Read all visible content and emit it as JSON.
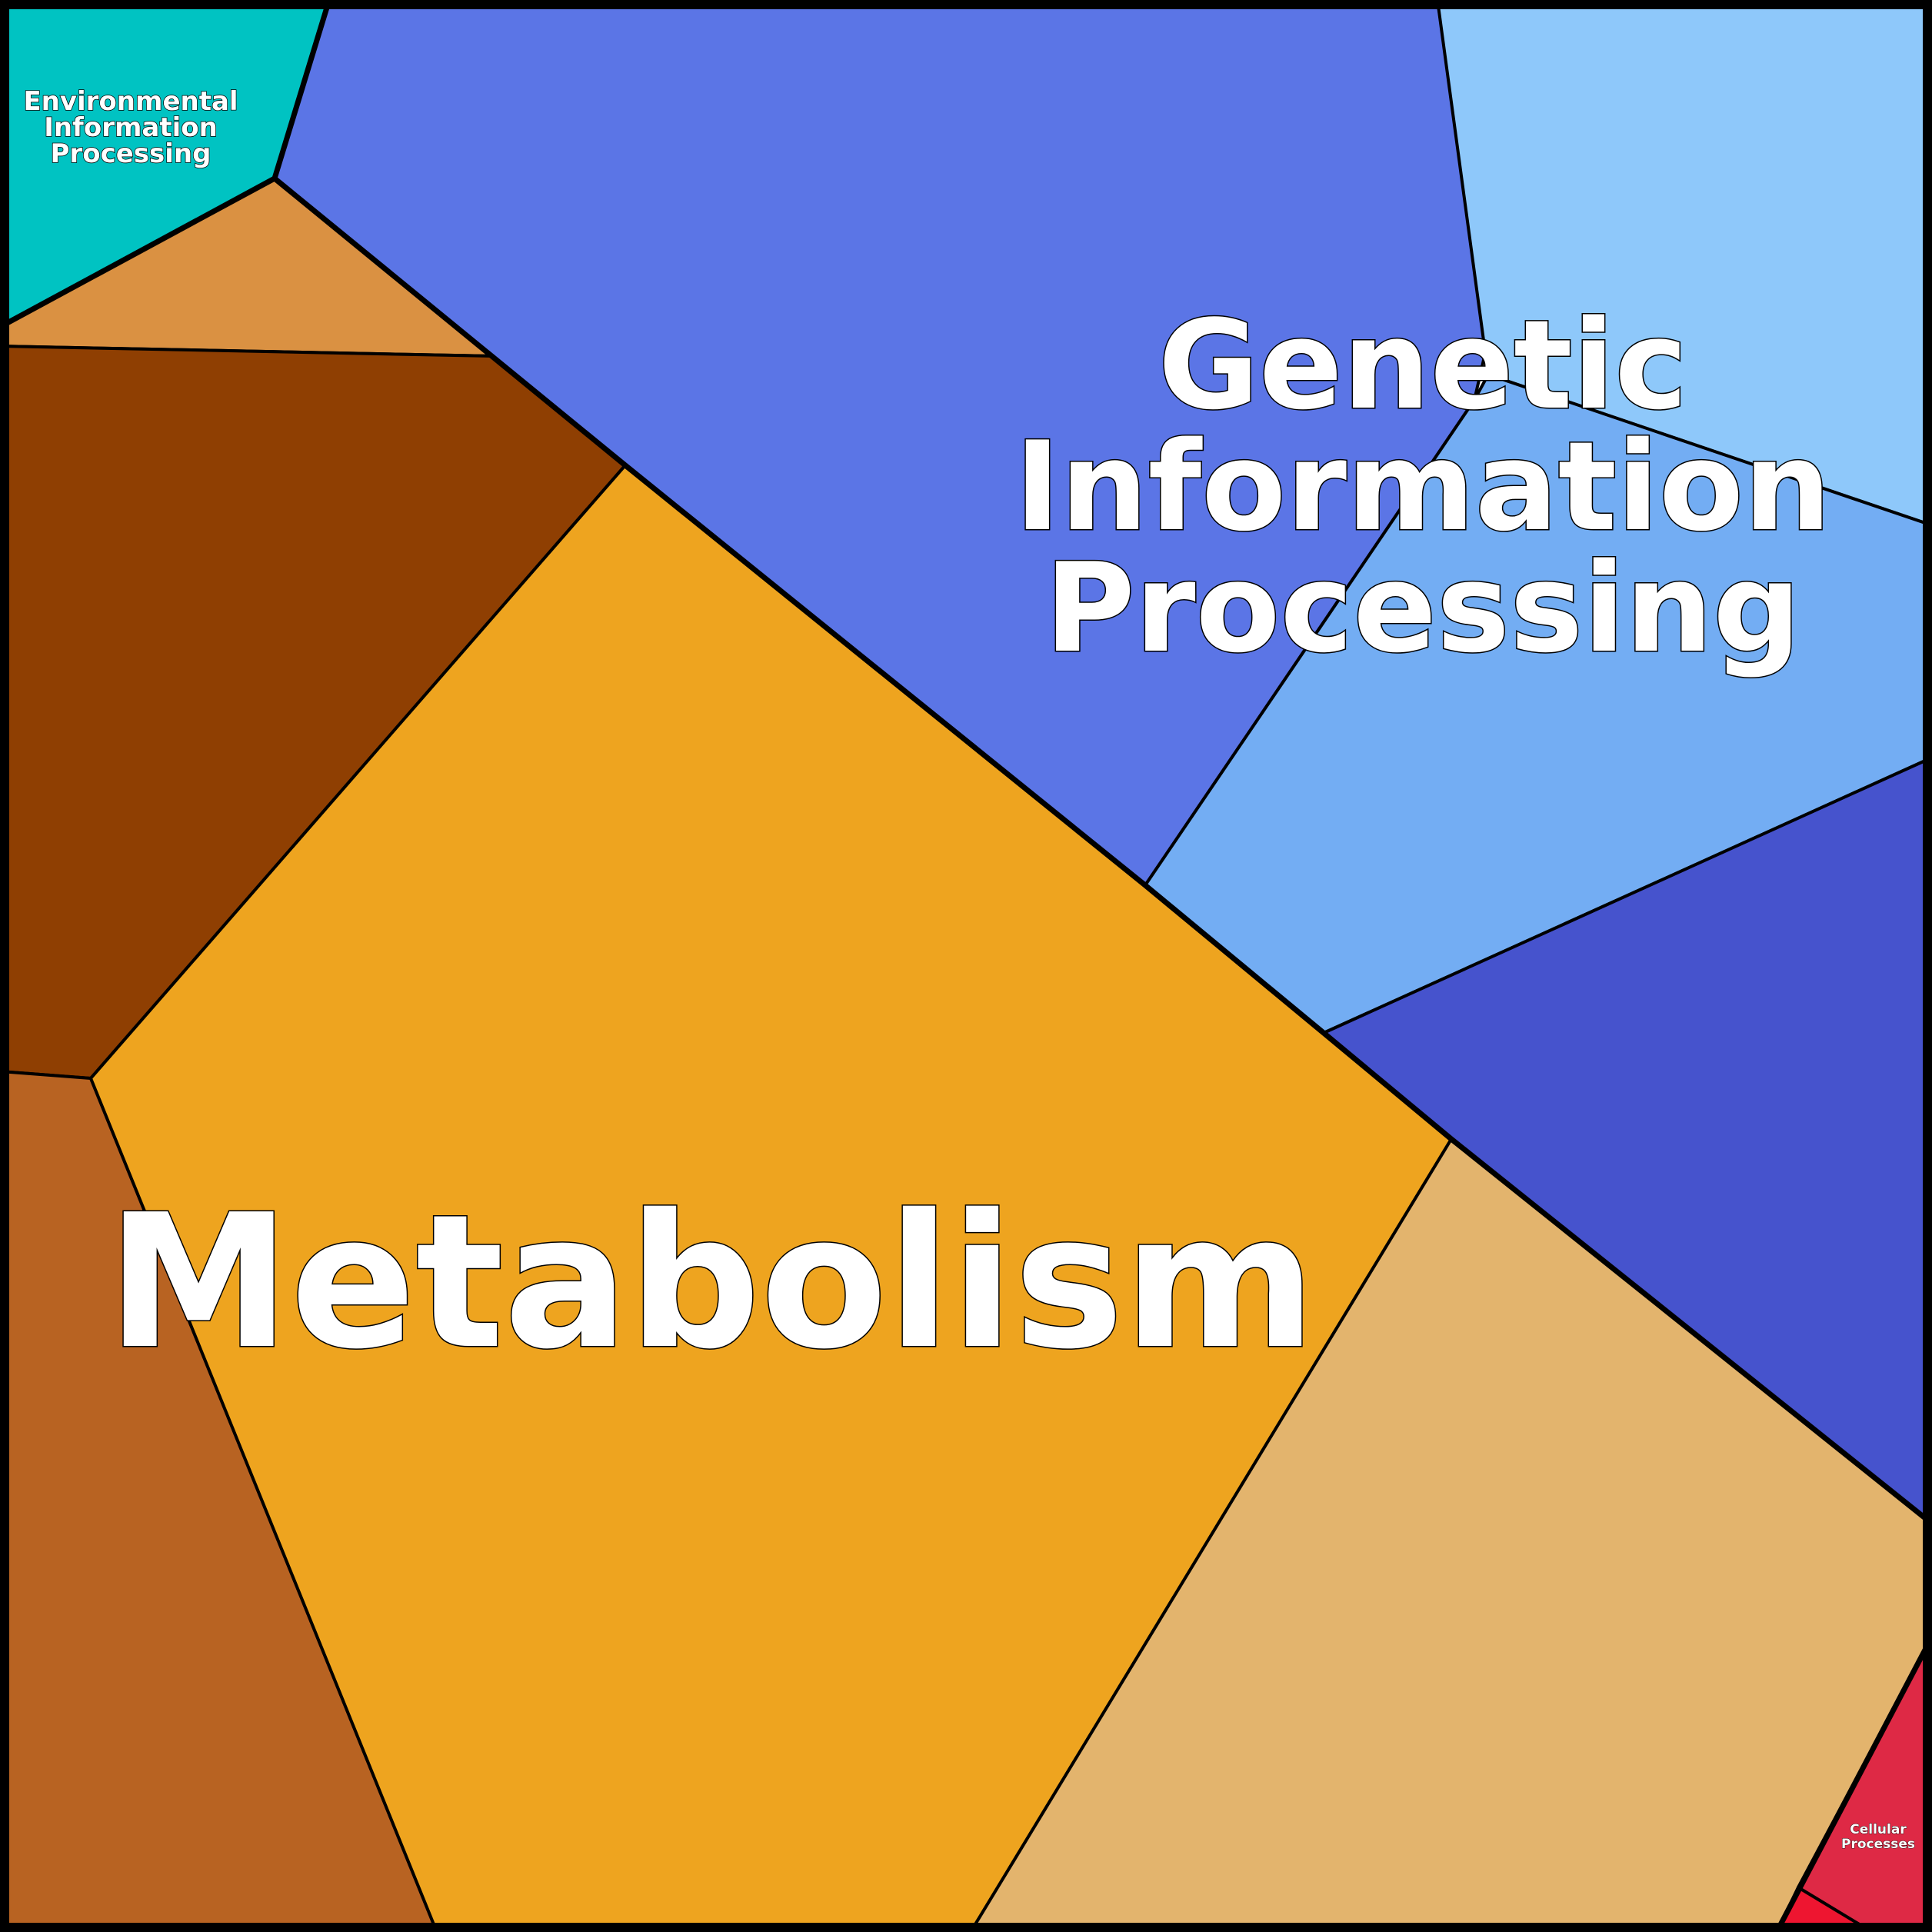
{
  "diagram": {
    "groups": [
      {
        "id": "metabolism",
        "label_lines": [
          "Metabolism"
        ],
        "color": "#EEA41F",
        "subregion_colors": [
          "#EEA41F",
          "#8F3F02",
          "#DA9142",
          "#B86322",
          "#E3B46D"
        ]
      },
      {
        "id": "genetic",
        "label_lines": [
          "Genetic",
          "Information",
          "Processing"
        ],
        "color": "#5B75E6",
        "subregion_colors": [
          "#5B75E6",
          "#8EC8FA",
          "#73ADF3",
          "#4653CD"
        ]
      },
      {
        "id": "environmental",
        "label_lines": [
          "Environmental",
          "Information",
          "Processing"
        ],
        "color": "#00C3C2",
        "subregion_colors": [
          "#00C3C2"
        ]
      },
      {
        "id": "cellular",
        "label_lines": [
          "Cellular",
          "Processes"
        ],
        "color": "#DE2945",
        "subregion_colors": [
          "#DE2945",
          "#EE1530"
        ]
      }
    ]
  }
}
